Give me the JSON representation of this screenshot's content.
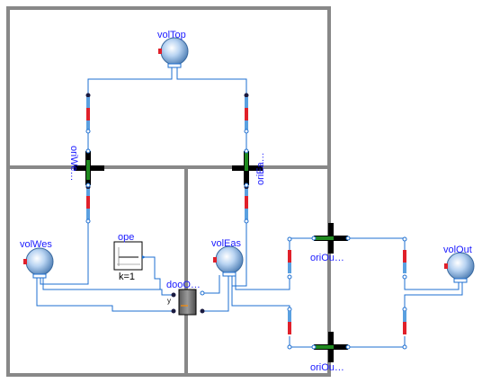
{
  "diagram": {
    "labels": {
      "volTop": "volTop",
      "volWes": "volWes",
      "volEas": "volEas",
      "volOut": "volOut",
      "oriWes": "oriWe…",
      "oriEas": "oriEa…",
      "oriOutTop": "oriOu…",
      "oriOutBot": "oriOu…",
      "ope": "ope",
      "k": "k=1",
      "door": "dooO…"
    },
    "colors": {
      "wall": "#888888",
      "wire": "#1e6fd0",
      "label": "#1a1aff",
      "resistor_red": "#e0202a",
      "resistor_blue": "#5aa0e0",
      "orifice_green": "#1f8a1f",
      "orifice_black": "#000000",
      "volume_fill": "#9ec3ea"
    }
  }
}
